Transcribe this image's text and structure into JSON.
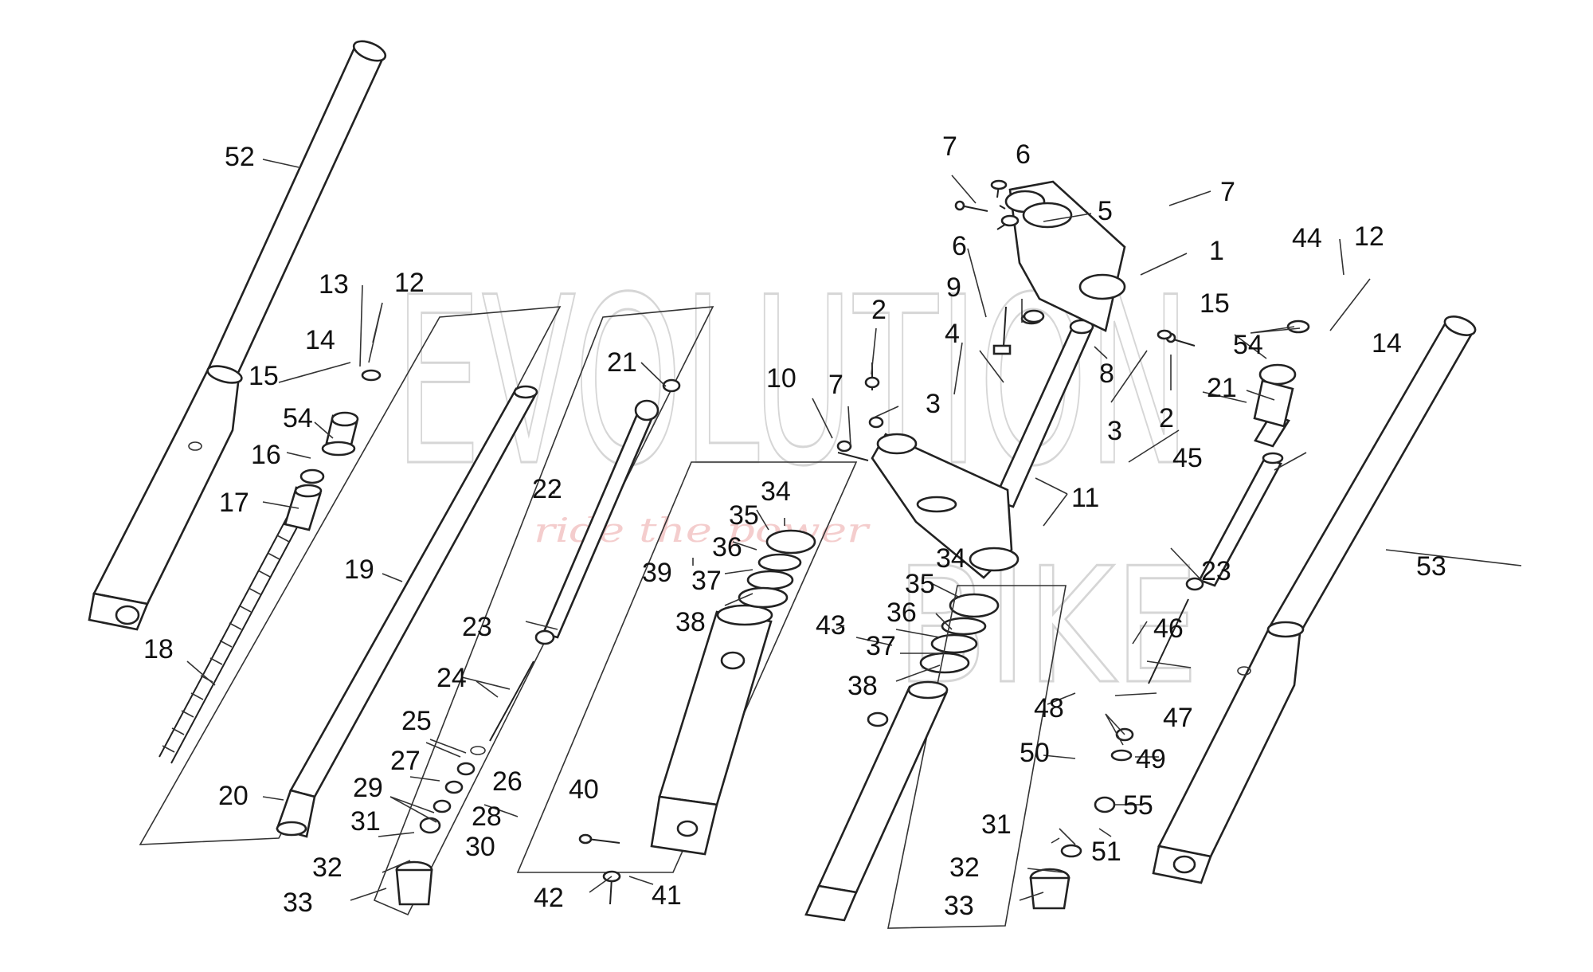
{
  "watermark": {
    "main": "EVOLUTION",
    "bike": "BIKE",
    "tagline": "ride the power"
  },
  "callouts": [
    {
      "id": "c52a",
      "text": "52"
    },
    {
      "id": "c53a",
      "text": "53"
    },
    {
      "id": "c1",
      "text": "1"
    },
    {
      "id": "c2a",
      "text": "2"
    },
    {
      "id": "c2b",
      "text": "2"
    },
    {
      "id": "c3a",
      "text": "3"
    },
    {
      "id": "c3b",
      "text": "3"
    },
    {
      "id": "c4",
      "text": "4"
    },
    {
      "id": "c5",
      "text": "5"
    },
    {
      "id": "c6a",
      "text": "6"
    },
    {
      "id": "c6b",
      "text": "6"
    },
    {
      "id": "c7a",
      "text": "7"
    },
    {
      "id": "c7b",
      "text": "7"
    },
    {
      "id": "c7c",
      "text": "7"
    },
    {
      "id": "c8",
      "text": "8"
    },
    {
      "id": "c9",
      "text": "9"
    },
    {
      "id": "c10",
      "text": "10"
    },
    {
      "id": "c11",
      "text": "11"
    },
    {
      "id": "c12a",
      "text": "12"
    },
    {
      "id": "c12b",
      "text": "12"
    },
    {
      "id": "c13",
      "text": "13"
    },
    {
      "id": "c14a",
      "text": "14"
    },
    {
      "id": "c14b",
      "text": "14"
    },
    {
      "id": "c15a",
      "text": "15"
    },
    {
      "id": "c15b",
      "text": "15"
    },
    {
      "id": "c16",
      "text": "16"
    },
    {
      "id": "c17",
      "text": "17"
    },
    {
      "id": "c18",
      "text": "18"
    },
    {
      "id": "c19",
      "text": "19"
    },
    {
      "id": "c20",
      "text": "20"
    },
    {
      "id": "c21a",
      "text": "21"
    },
    {
      "id": "c21b",
      "text": "21"
    },
    {
      "id": "c22",
      "text": "22"
    },
    {
      "id": "c23a",
      "text": "23"
    },
    {
      "id": "c23b",
      "text": "23"
    },
    {
      "id": "c24",
      "text": "24"
    },
    {
      "id": "c25",
      "text": "25"
    },
    {
      "id": "c26",
      "text": "26"
    },
    {
      "id": "c27",
      "text": "27"
    },
    {
      "id": "c28",
      "text": "28"
    },
    {
      "id": "c29",
      "text": "29"
    },
    {
      "id": "c30",
      "text": "30"
    },
    {
      "id": "c31a",
      "text": "31"
    },
    {
      "id": "c31b",
      "text": "31"
    },
    {
      "id": "c32a",
      "text": "32"
    },
    {
      "id": "c32b",
      "text": "32"
    },
    {
      "id": "c33a",
      "text": "33"
    },
    {
      "id": "c33b",
      "text": "33"
    },
    {
      "id": "c34a",
      "text": "34"
    },
    {
      "id": "c34b",
      "text": "34"
    },
    {
      "id": "c35a",
      "text": "35"
    },
    {
      "id": "c35b",
      "text": "35"
    },
    {
      "id": "c36a",
      "text": "36"
    },
    {
      "id": "c36b",
      "text": "36"
    },
    {
      "id": "c37a",
      "text": "37"
    },
    {
      "id": "c37b",
      "text": "37"
    },
    {
      "id": "c38a",
      "text": "38"
    },
    {
      "id": "c38b",
      "text": "38"
    },
    {
      "id": "c39",
      "text": "39"
    },
    {
      "id": "c40",
      "text": "40"
    },
    {
      "id": "c41",
      "text": "41"
    },
    {
      "id": "c42",
      "text": "42"
    },
    {
      "id": "c43",
      "text": "43"
    },
    {
      "id": "c44",
      "text": "44"
    },
    {
      "id": "c45",
      "text": "45"
    },
    {
      "id": "c46",
      "text": "46"
    },
    {
      "id": "c47",
      "text": "47"
    },
    {
      "id": "c48",
      "text": "48"
    },
    {
      "id": "c49",
      "text": "49"
    },
    {
      "id": "c50",
      "text": "50"
    },
    {
      "id": "c51",
      "text": "51"
    },
    {
      "id": "c54a",
      "text": "54"
    },
    {
      "id": "c54b",
      "text": "54"
    },
    {
      "id": "c55",
      "text": "55"
    }
  ]
}
